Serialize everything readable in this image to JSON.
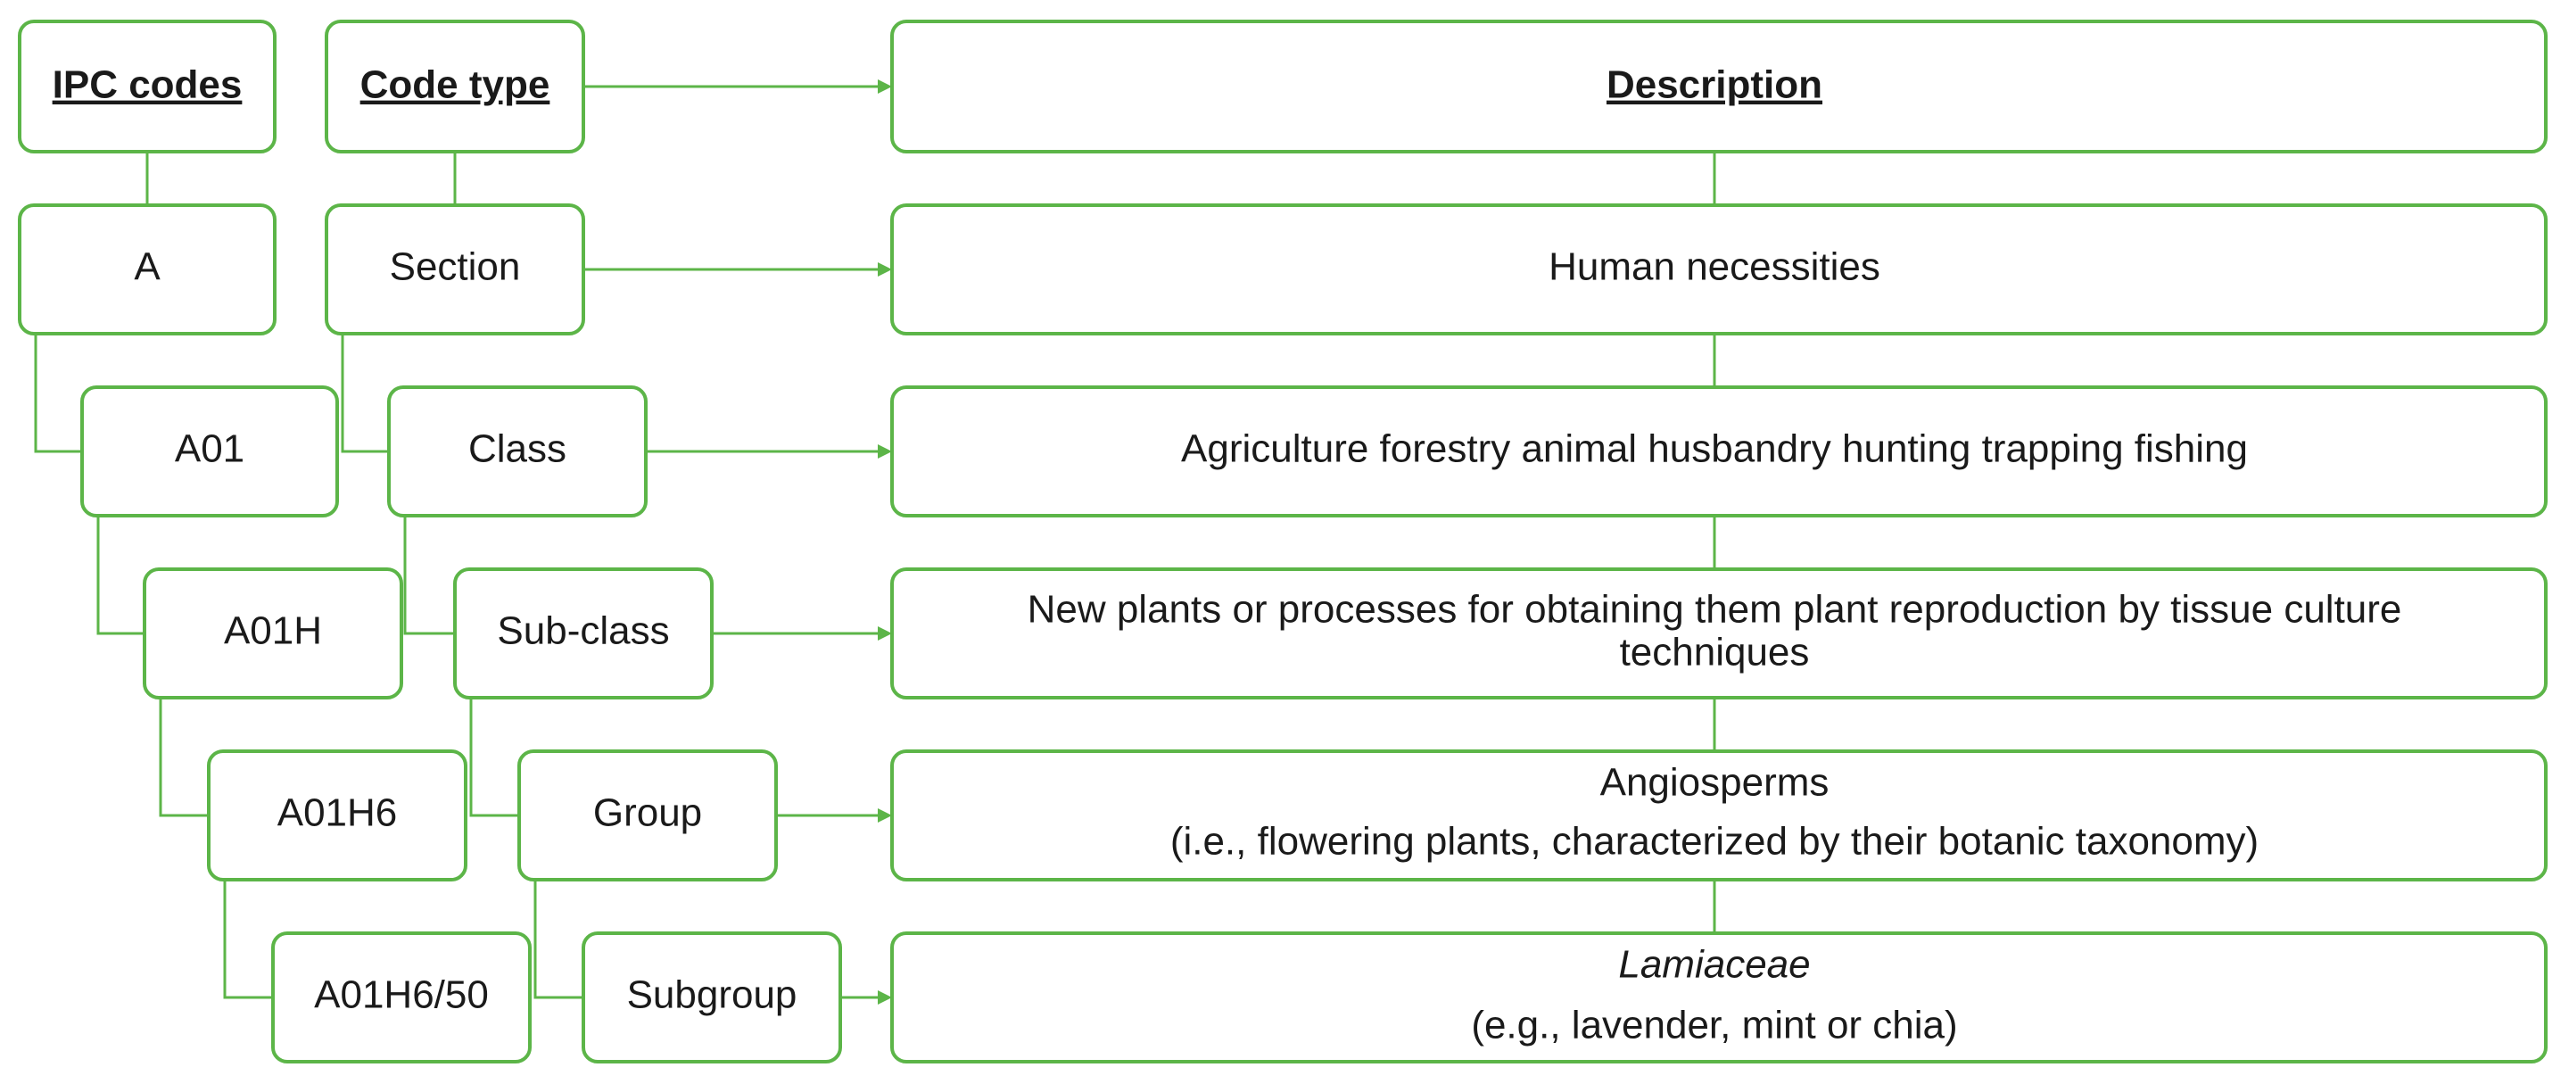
{
  "headers": {
    "ipc_codes": "IPC codes",
    "code_type": "Code type",
    "description": "Description"
  },
  "levels": [
    {
      "code": "A",
      "type": "Section",
      "description": [
        "Human  necessities"
      ]
    },
    {
      "code": "A01",
      "type": "Class",
      "description": [
        "Agriculture  forestry animal  husbandry  hunting  trapping  fishing"
      ]
    },
    {
      "code": "A01H",
      "type": "Sub-class",
      "description": [
        "New plants or processes for obtaining them plant reproduction by tissue culture",
        "techniques"
      ]
    },
    {
      "code": "A01H6",
      "type": "Group",
      "description": [
        "Angiosperms",
        "(i.e., flowering  plants,  characterized by their botanic taxonomy)"
      ]
    },
    {
      "code": "A01H6/50",
      "type": "Subgroup",
      "description": [
        "Lamiaceae",
        "(e.g., lavender, mint or chia)"
      ],
      "description_italic_first_line": true
    }
  ],
  "colors": {
    "box_border": "#5cb548",
    "connector": "#5cb548",
    "text": "#1a1a1a",
    "background": "#ffffff"
  }
}
